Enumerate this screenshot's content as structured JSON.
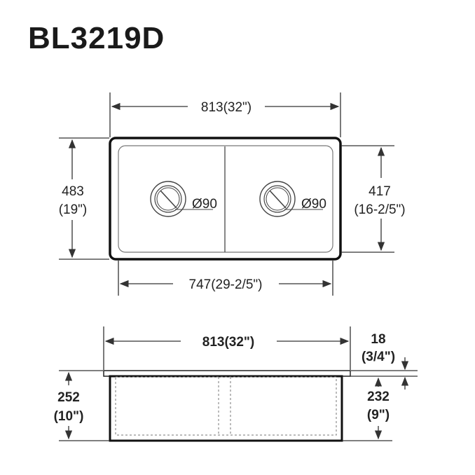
{
  "title": "BL3219D",
  "top_view": {
    "width_label": "813(32\")",
    "height_mm": "483",
    "height_in": "(19\")",
    "inner_height_mm": "417",
    "inner_height_in": "(16-2/5\")",
    "inner_width_label": "747(29-2/5\")",
    "drain_left_label": "Ø90",
    "drain_right_label": "Ø90"
  },
  "front_view": {
    "width_label": "813(32\")",
    "flange_mm": "18",
    "flange_in": "(3/4\")",
    "total_height_mm": "252",
    "total_height_in": "(10\")",
    "bowl_depth_mm": "232",
    "bowl_depth_in": "(9\")"
  }
}
